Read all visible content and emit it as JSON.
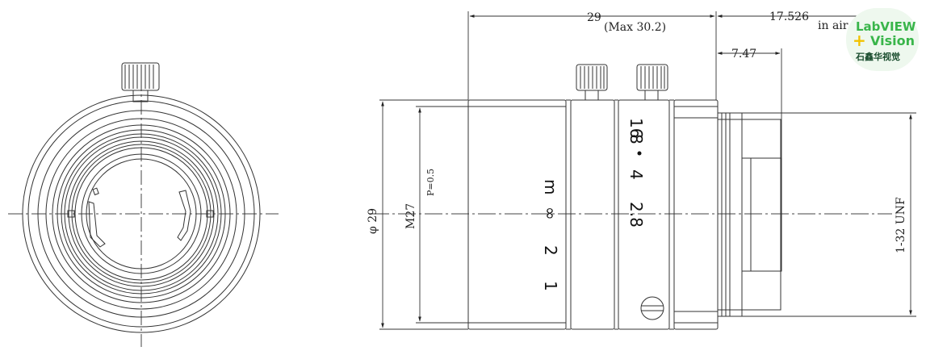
{
  "dimensions": {
    "top_length": "29",
    "top_length_max": "(Max 30.2)",
    "back_focus": "17.526",
    "in_air": "in air",
    "flange": "7.47",
    "diameter": "φ 29",
    "filter_thread": "M27",
    "filter_pitch": "P=0.5",
    "mount_thread": "1-32 UNF"
  },
  "focus_scale": {
    "unit": "m",
    "values": [
      "∞",
      "2",
      "1"
    ]
  },
  "iris_scale": {
    "values": [
      "16",
      "8",
      "4",
      "2.8"
    ]
  },
  "logo": {
    "line1": "LabVIEW",
    "plus": "+",
    "line2": "Vision",
    "line3": "石鑫华视觉",
    "color_green": "#39b54a",
    "color_yellow": "#f2c200",
    "color_dark": "#1a4d2e"
  }
}
